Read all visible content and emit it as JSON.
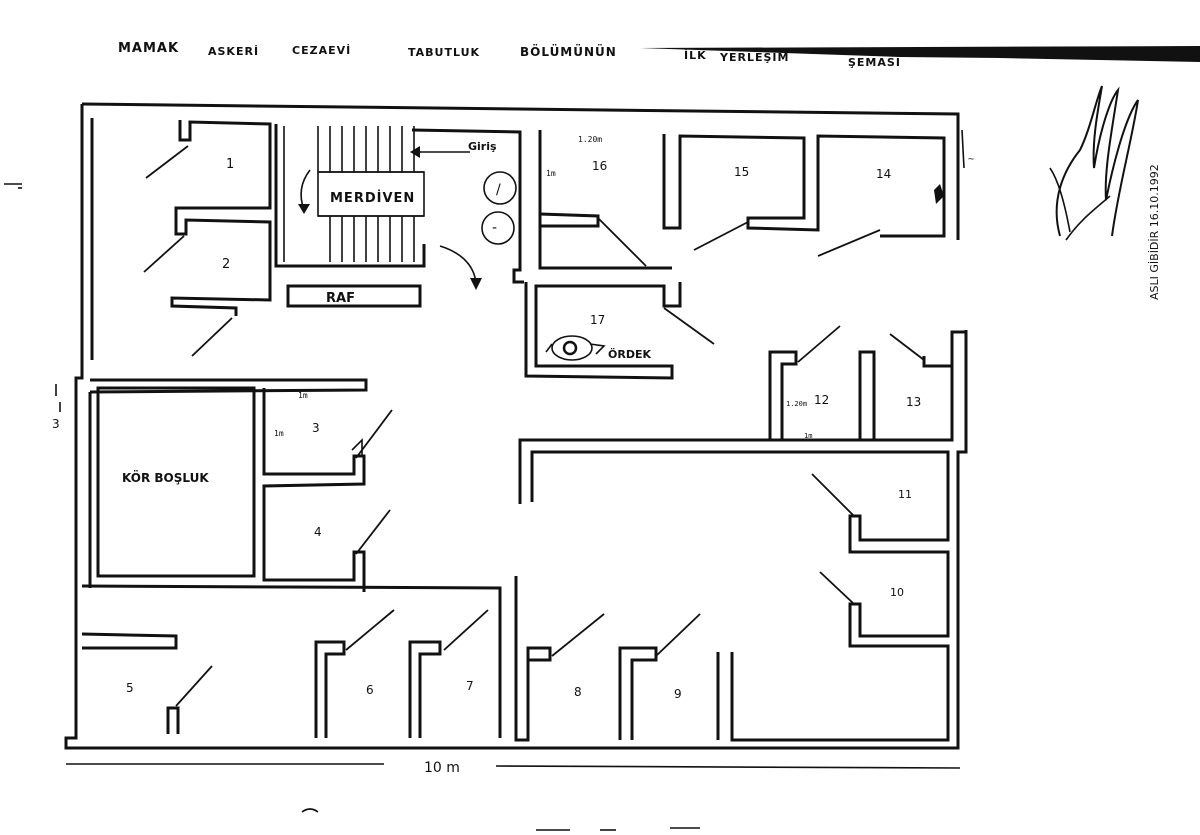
{
  "title_words": [
    "MAMAK",
    "ASKERİ",
    "CEZAEVİ",
    "TABUTLUK",
    "BÖLÜMÜNÜN",
    "İLK",
    "YERLEŞİM",
    "ŞEMASI"
  ],
  "labels": {
    "entrance": "Giriş",
    "stairs": "MERDİVEN",
    "shelf": "RAF",
    "blind_space": "KÖR BOŞLUK",
    "duck": "ÖRDEK"
  },
  "cells": [
    "1",
    "2",
    "3",
    "4",
    "5",
    "6",
    "7",
    "8",
    "9",
    "10",
    "11",
    "12",
    "13",
    "14",
    "15",
    "16",
    "17"
  ],
  "dimensions": {
    "overall_width": "10 m",
    "one_meter_a": "1m",
    "one_meter_b": "1m",
    "one_meter_c": "1m",
    "length_16": "1.20m",
    "width_12": "1m",
    "length_12": "1.20m"
  },
  "circles": [
    "/",
    "-"
  ],
  "side_mark": "3",
  "stamp_text": "ASLI GİBİDİR 16.10.1992"
}
